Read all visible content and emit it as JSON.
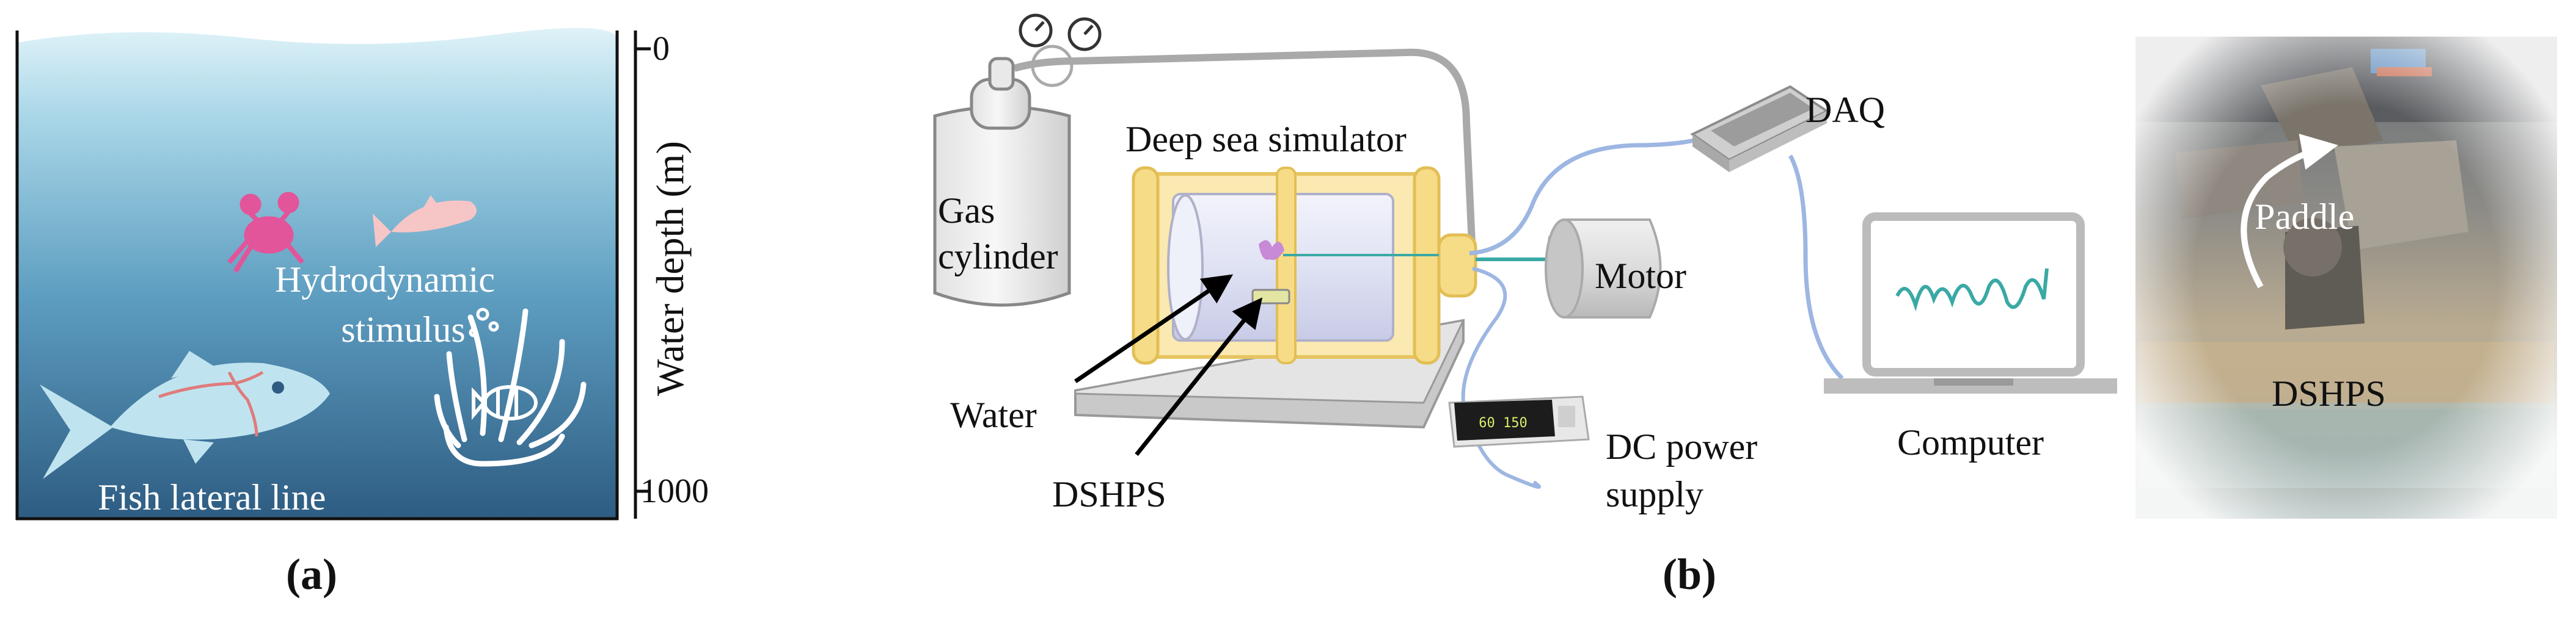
{
  "panel_a": {
    "labels": {
      "hydrodynamic_line1": "Hydrodynamic",
      "hydrodynamic_line2": "stimulus",
      "fish_lateral_line": "Fish lateral line"
    },
    "axis": {
      "title": "Water depth (m)",
      "tick_top": "0",
      "tick_bottom": "1000"
    },
    "caption": "(a)"
  },
  "panel_b": {
    "labels": {
      "gas_line1": "Gas",
      "gas_line2": "cylinder",
      "deep_sea": "Deep sea simulator",
      "water": "Water",
      "dshps": "DSHPS",
      "motor": "Motor",
      "daq": "DAQ",
      "computer": "Computer",
      "dc_line1": "DC power",
      "dc_line2": "supply",
      "psu_display": "60 150"
    },
    "caption": "(b)"
  },
  "photo": {
    "labels": {
      "paddle": "Paddle",
      "dshps": "DSHPS"
    }
  },
  "colors": {
    "water_top": "#cde9f4",
    "water_bottom": "#2e5f85",
    "fish": "#bfe4f0",
    "fish_line": "#e07b7b",
    "crab": "#e2559a",
    "small_fish": "#f6c6c6",
    "simulator_yellow": "#f6dc86",
    "cable_blue": "#9db6e2",
    "signal": "#3aa9a5",
    "device_gray": "#d9d9d9"
  }
}
